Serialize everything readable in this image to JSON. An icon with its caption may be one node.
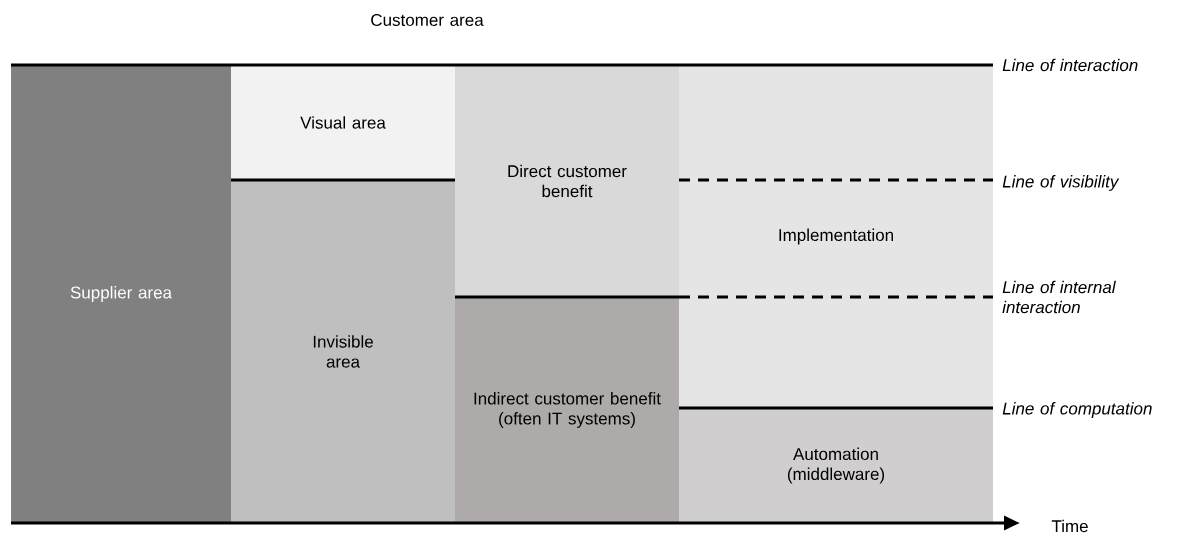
{
  "diagram": {
    "nodes": [
      {
        "text": [
          "Supplier area"
        ]
      },
      {
        "text": [
          "Visual area"
        ]
      },
      {
        "text": [
          "Invisible area"
        ]
      },
      {
        "text": [
          "Direct customer benefit"
        ]
      },
      {
        "text": [
          "Indirect customer benefit (often IT systems)"
        ]
      },
      {
        "text": [
          "Implementation"
        ]
      },
      {
        "text": [
          "Automation (middleware)"
        ]
      }
    ],
    "edges": [],
    "labels": [
      "Customer area",
      "Line of interaction",
      "Line of visibility",
      "Line of internal interaction",
      "Line of computation",
      "Time"
    ]
  }
}
